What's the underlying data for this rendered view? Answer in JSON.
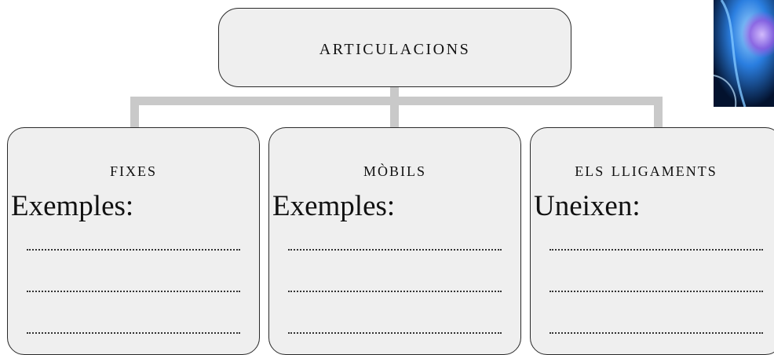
{
  "diagram": {
    "root": {
      "label": "ARTICULACIONS"
    },
    "children": [
      {
        "title": "FIXES",
        "subtitle": "Exemples:",
        "dotted_lines": 3
      },
      {
        "title": "MÒBILS",
        "subtitle": "Exemples:",
        "dotted_lines": 3
      },
      {
        "title": "ELS LLIGAMENTS",
        "subtitle": "Uneixen:",
        "dotted_lines": 3
      }
    ]
  },
  "image": {
    "description_icon": "anatomy-xray-image"
  },
  "colors": {
    "box_fill": "#efefef",
    "box_border": "#2a2a2a",
    "connector": "#c9c9c9",
    "image_blue": "#1e6fd0"
  }
}
